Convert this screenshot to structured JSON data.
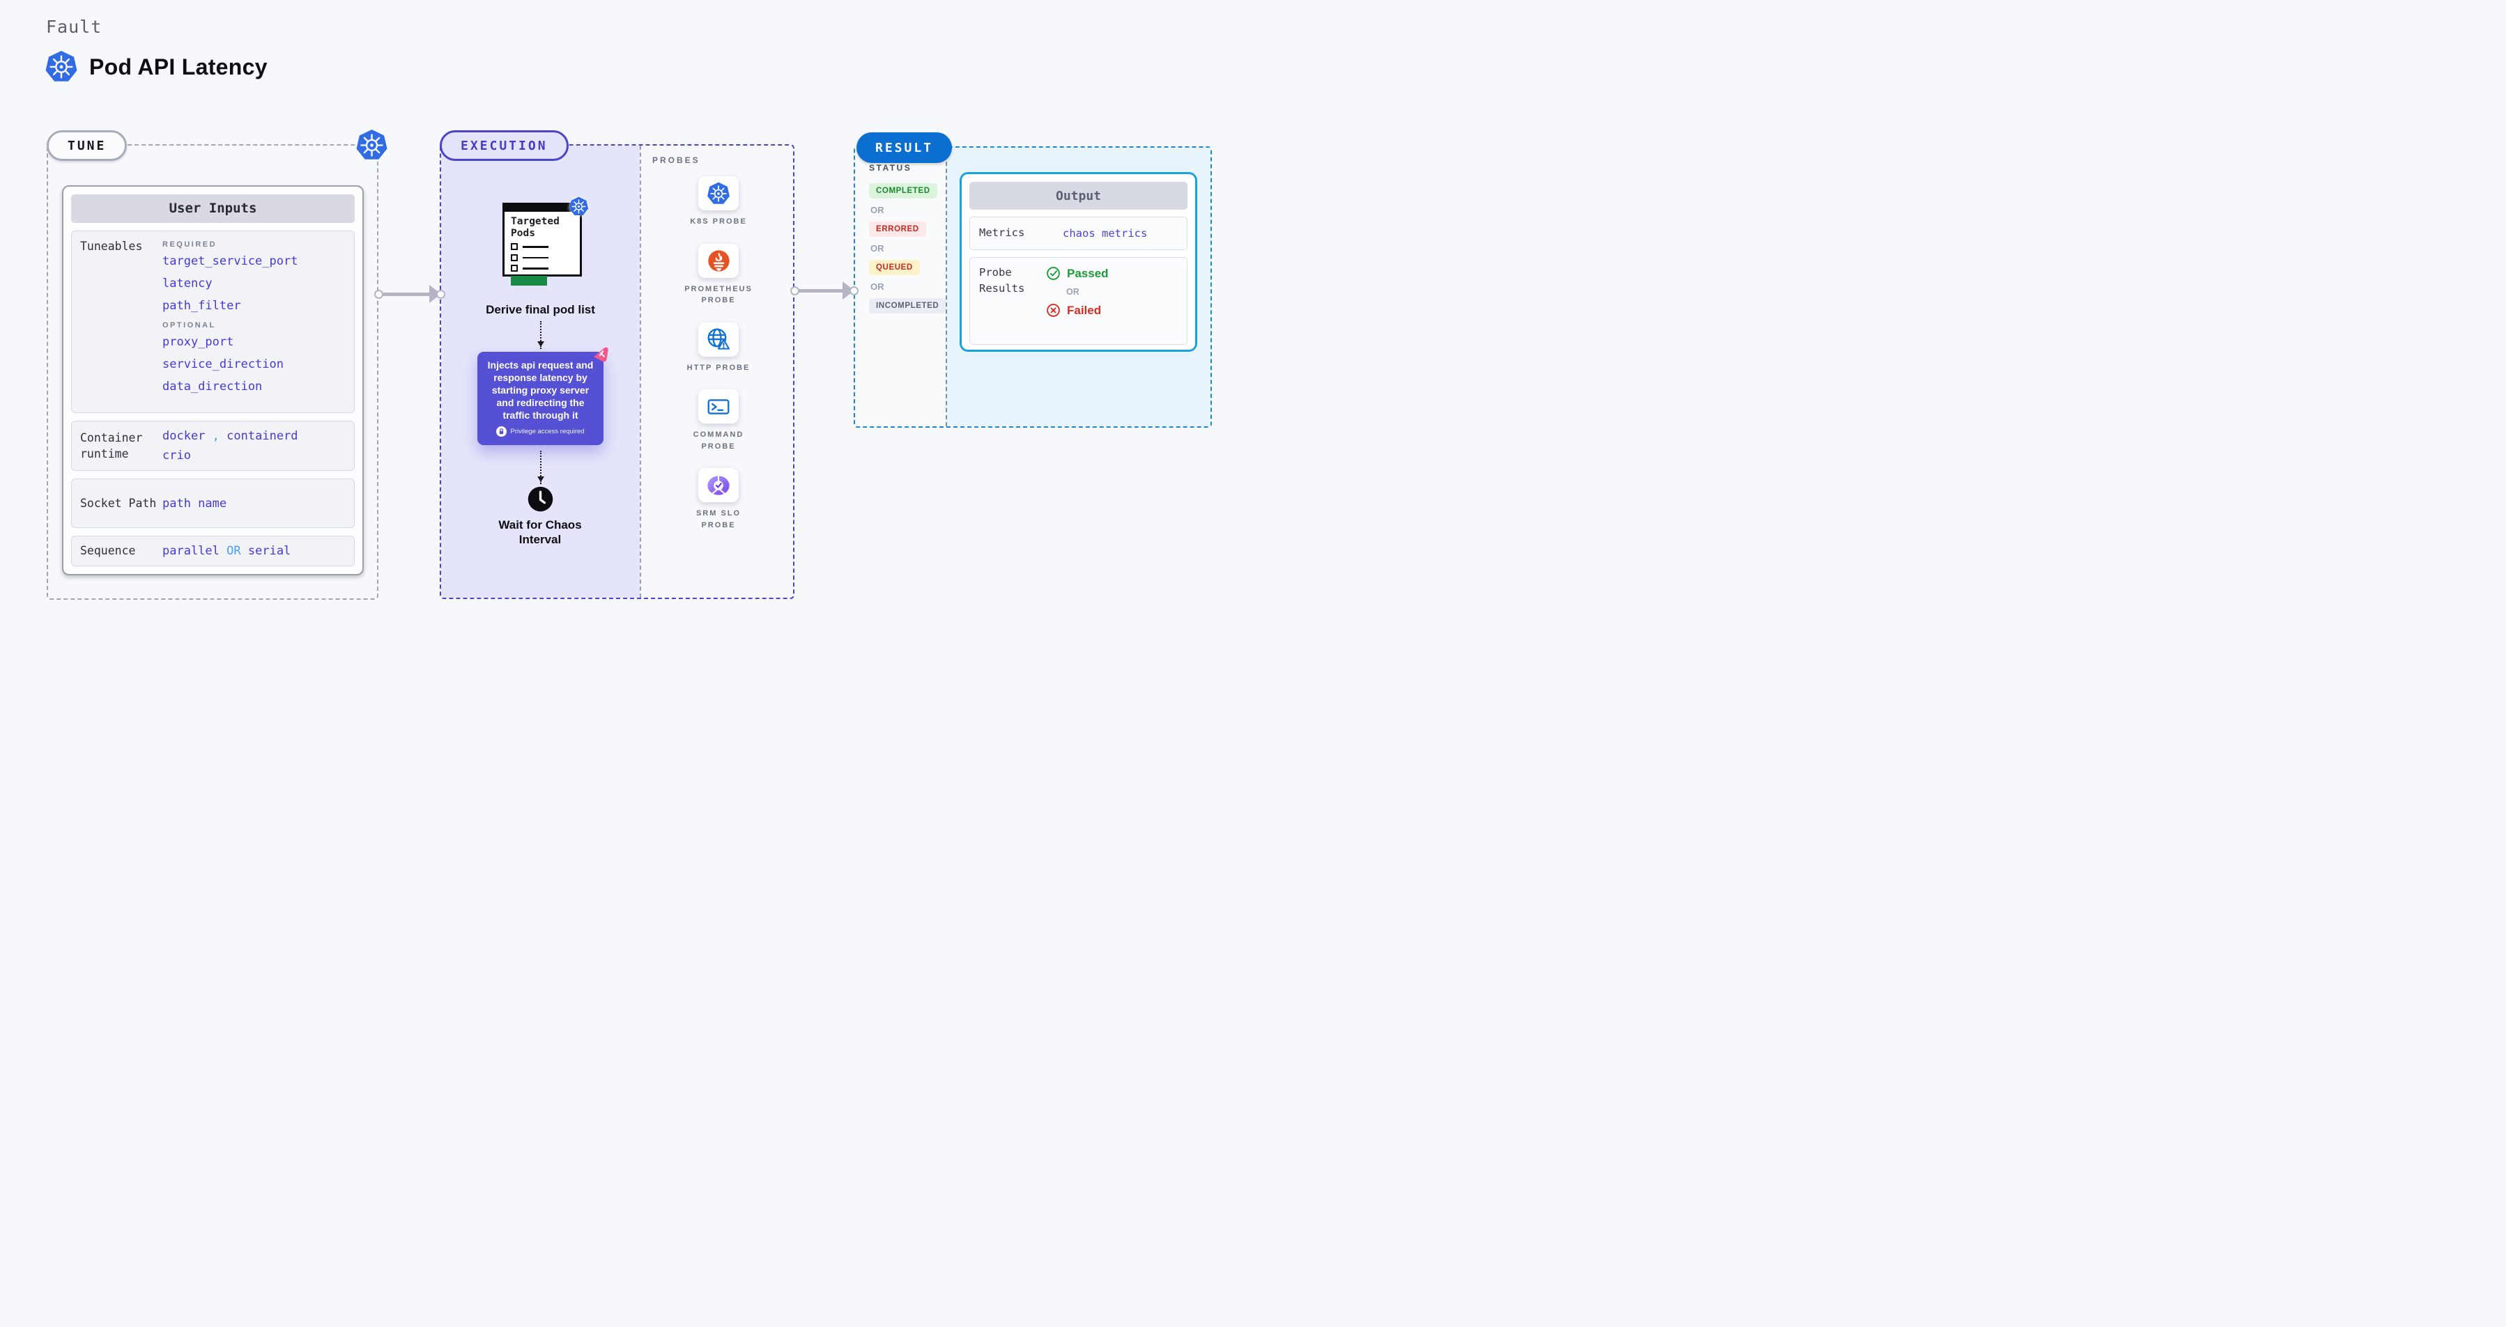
{
  "header": {
    "eyebrow": "Fault",
    "title": "Pod API Latency"
  },
  "tune": {
    "pill": "TUNE",
    "user_inputs": {
      "header": "User Inputs",
      "tuneables": {
        "label": "Tuneables",
        "required_label": "REQUIRED",
        "required": [
          "target_service_port",
          "latency",
          "path_filter"
        ],
        "optional_label": "OPTIONAL",
        "optional": [
          "proxy_port",
          "service_direction",
          "data_direction"
        ]
      },
      "container_runtime": {
        "label": "Container runtime",
        "value1": "docker",
        "separator": ",",
        "value2": "containerd",
        "value3": "crio"
      },
      "socket_path": {
        "label": "Socket Path",
        "value": "path name"
      },
      "sequence": {
        "label": "Sequence",
        "value1": "parallel",
        "or": "OR",
        "value2": "serial"
      }
    }
  },
  "execution": {
    "pill": "EXECUTION",
    "targeted_pods_label": "Targeted Pods",
    "derive_label": "Derive final pod list",
    "inject_description": "Injects api request and response latency by starting proxy server and redirecting the traffic through it",
    "privilege_label": "Privilege access required",
    "wait_label": "Wait for Chaos Interval",
    "probes": {
      "label": "PROBES",
      "items": [
        {
          "icon": "kubernetes-icon",
          "label": "K8S PROBE"
        },
        {
          "icon": "prometheus-icon",
          "label": "PROMETHEUS PROBE"
        },
        {
          "icon": "http-globe-icon",
          "label": "HTTP PROBE"
        },
        {
          "icon": "command-terminal-icon",
          "label": "COMMAND PROBE"
        },
        {
          "icon": "srm-slo-icon",
          "label": "SRM SLO PROBE"
        }
      ]
    }
  },
  "result": {
    "pill": "RESULT",
    "status_label": "STATUS",
    "or_label": "OR",
    "statuses": [
      {
        "label": "COMPLETED",
        "style": "completed"
      },
      {
        "label": "ERRORED",
        "style": "errored"
      },
      {
        "label": "QUEUED",
        "style": "queued"
      },
      {
        "label": "INCOMPLETED",
        "style": "incompleted"
      }
    ],
    "output": {
      "header": "Output",
      "metrics_label": "Metrics",
      "metrics_value": "chaos metrics",
      "probe_results_label": "Probe Results",
      "passed_label": "Passed",
      "or_label": "OR",
      "failed_label": "Failed"
    }
  },
  "colors": {
    "page_background": "#f7f8fb",
    "kubernetes_blue": "#316ce6",
    "tune_border_gray": "#a0a6b2",
    "execution_indigo": "#4a43cb",
    "execution_fill": "#e4e4fa",
    "inject_box_indigo": "#5650d4",
    "param_indigo": "#4639d4",
    "value_separator_blue": "#4f9ef1",
    "result_blue": "#0a6fd0",
    "output_border_cyan": "#17a3e0",
    "passed_green": "#1e9a37",
    "failed_red": "#d62e23",
    "prometheus_orange": "#e75225",
    "litmus_pink": "#f2588e"
  }
}
